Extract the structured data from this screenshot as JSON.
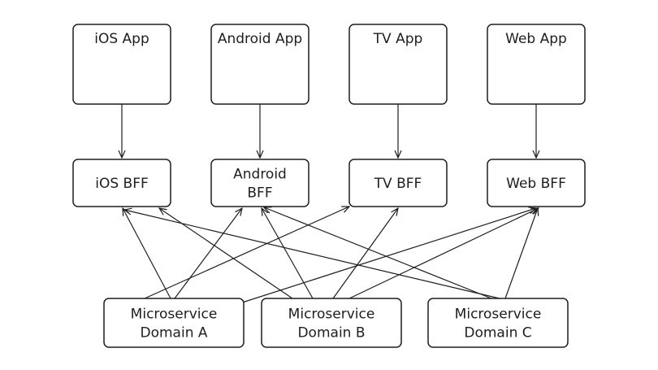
{
  "nodes": [
    {
      "id": "ios-app",
      "lines": [
        "iOS App"
      ]
    },
    {
      "id": "android-app",
      "lines": [
        "Android App"
      ]
    },
    {
      "id": "tv-app",
      "lines": [
        "TV App"
      ]
    },
    {
      "id": "web-app",
      "lines": [
        "Web App"
      ]
    },
    {
      "id": "ios-bff",
      "lines": [
        "iOS BFF"
      ]
    },
    {
      "id": "android-bff",
      "lines": [
        "Android",
        "BFF"
      ]
    },
    {
      "id": "tv-bff",
      "lines": [
        "TV BFF"
      ]
    },
    {
      "id": "web-bff",
      "lines": [
        "Web BFF"
      ]
    },
    {
      "id": "domain-a",
      "lines": [
        "Microservice",
        "Domain A"
      ]
    },
    {
      "id": "domain-b",
      "lines": [
        "Microservice",
        "Domain B"
      ]
    },
    {
      "id": "domain-c",
      "lines": [
        "Microservice",
        "Domain C"
      ]
    }
  ],
  "edges": [
    {
      "from": "ios-app",
      "to": "ios-bff"
    },
    {
      "from": "android-app",
      "to": "android-bff"
    },
    {
      "from": "tv-app",
      "to": "tv-bff"
    },
    {
      "from": "web-app",
      "to": "web-bff"
    },
    {
      "from": "domain-a",
      "to": "ios-bff"
    },
    {
      "from": "domain-a",
      "to": "android-bff"
    },
    {
      "from": "domain-a",
      "to": "tv-bff"
    },
    {
      "from": "domain-a",
      "to": "web-bff"
    },
    {
      "from": "domain-b",
      "to": "ios-bff"
    },
    {
      "from": "domain-b",
      "to": "android-bff"
    },
    {
      "from": "domain-b",
      "to": "tv-bff"
    },
    {
      "from": "domain-b",
      "to": "web-bff"
    },
    {
      "from": "domain-c",
      "to": "ios-bff"
    },
    {
      "from": "domain-c",
      "to": "android-bff"
    },
    {
      "from": "domain-c",
      "to": "web-bff"
    }
  ]
}
